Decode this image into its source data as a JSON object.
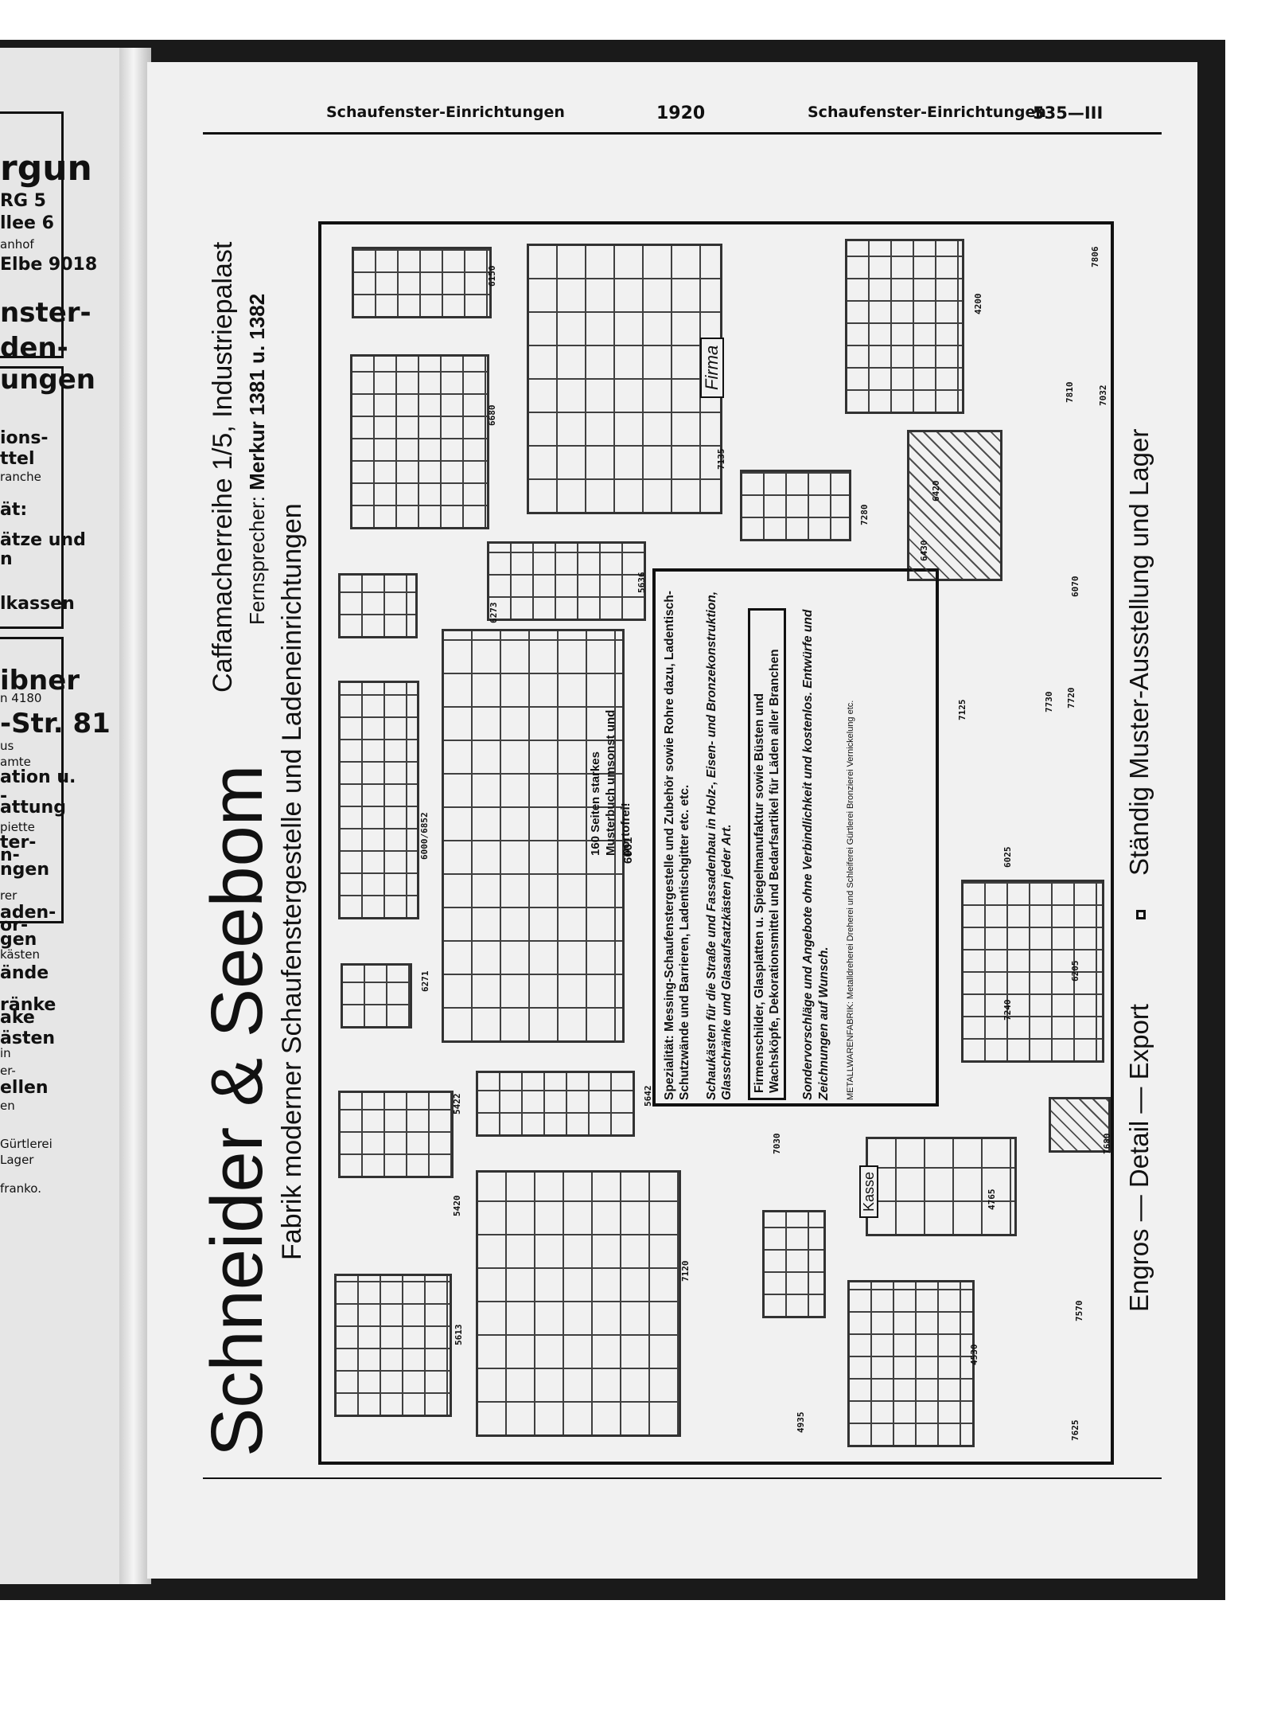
{
  "left_page": {
    "fragments": [
      {
        "text": "rgun",
        "style": "big"
      },
      {
        "text": "RG 5",
        "style": "lp"
      },
      {
        "text": "llee 6",
        "style": "lp"
      },
      {
        "text": "anhof",
        "style": "sm"
      },
      {
        "text": "Elbe 9018",
        "style": "lp"
      },
      {
        "text": "nster-",
        "style": "mid"
      },
      {
        "text": "den-",
        "style": "mid"
      },
      {
        "text": "ungen",
        "style": "mid"
      },
      {
        "text": "ions-",
        "style": "lp"
      },
      {
        "text": "ttel",
        "style": "lp"
      },
      {
        "text": "ranche",
        "style": "sm"
      },
      {
        "text": "ät:",
        "style": "lp"
      },
      {
        "text": "ätze und",
        "style": "lp"
      },
      {
        "text": "n",
        "style": "lp"
      },
      {
        "text": "lkassen",
        "style": "lp"
      },
      {
        "text": "ibner",
        "style": "mid"
      },
      {
        "text": "n 4180",
        "style": "sm"
      },
      {
        "text": "-Str. 81",
        "style": "mid"
      },
      {
        "text": "us",
        "style": "sm"
      },
      {
        "text": "amte",
        "style": "sm"
      },
      {
        "text": "ation u.",
        "style": "lp"
      },
      {
        "text": "-",
        "style": "lp"
      },
      {
        "text": "attung",
        "style": "lp"
      },
      {
        "text": "piette",
        "style": "sm"
      },
      {
        "text": "ter-",
        "style": "lp"
      },
      {
        "text": "n-",
        "style": "lp"
      },
      {
        "text": "ngen",
        "style": "lp"
      },
      {
        "text": "rer",
        "style": "sm"
      },
      {
        "text": "aden-",
        "style": "lp"
      },
      {
        "text": "or-",
        "style": "lp"
      },
      {
        "text": "gen",
        "style": "lp"
      },
      {
        "text": "kästen",
        "style": "sm"
      },
      {
        "text": "ände",
        "style": "lp"
      },
      {
        "text": "ränke",
        "style": "lp"
      },
      {
        "text": "ake",
        "style": "lp"
      },
      {
        "text": "ästen",
        "style": "lp"
      },
      {
        "text": "in",
        "style": "sm"
      },
      {
        "text": "er-",
        "style": "sm"
      },
      {
        "text": "ellen",
        "style": "lp"
      },
      {
        "text": "en",
        "style": "sm"
      },
      {
        "text": "Gürtlerei",
        "style": "sm"
      },
      {
        "text": "Lager",
        "style": "sm"
      },
      {
        "text": "franko.",
        "style": "sm"
      }
    ]
  },
  "running_head": {
    "left": "Schaufenster-Einrichtungen",
    "center": "1920",
    "right": "Schaufenster-Einrichtungen",
    "page": "535—III"
  },
  "ad": {
    "company": "Schneider & Seebom",
    "tagline": "Fabrik moderner Schaufenstergestelle und Ladeneinrichtungen",
    "address": "Caffamacherreihe 1/5, Industriepalast",
    "phone_label": "Fernsprecher:",
    "phone_value": "Merkur 1381 u. 1382",
    "catalog_note": "160 Seiten starkes Musterbuch umsonst und portofrei!",
    "catalog_num": "6001",
    "specialty": "Spezialität: Messing-Schaufenstergestelle und Zubehör sowie Rohre dazu, Ladentisch-Schutzwände und Barrieren, Ladentischgitter etc. etc.",
    "showcases": "Schaukästen für die Straße und Fassadenbau in Holz-, Eisen- und Bronzekonstruktion, Glasschränke und Glasaufsatzkästen jeder Art.",
    "firm_box": "Firmenschilder, Glasplatten u. Spiegelmanufaktur sowie Büsten und Wachsköpfe, Dekorationsmittel und Bedarfsartikel für Läden aller Branchen",
    "offers": "Sondervorschläge und Angebote ohne Verbindlichkeit und kostenlos. Entwürfe und Zeichnungen auf Wunsch.",
    "small_print": "METALLWARENFABRIK: Metalldreherei Dreherei und Schleiferei Gürtlerei Bronzierei Vernickelung etc.",
    "footer": "Engros — Detail — Export",
    "footer_right": "Ständig Muster-Ausstellung und Lager",
    "sign_firma": "Firma",
    "sign_kasse": "Kasse"
  },
  "item_numbers": [
    "6150",
    "6680",
    "6273",
    "6000/6852",
    "6271",
    "5422",
    "5420",
    "5613",
    "5642",
    "7120",
    "7030",
    "4935",
    "4530",
    "4765",
    "7680",
    "7570",
    "7625",
    "7135",
    "7280",
    "6430",
    "6420",
    "5636",
    "7806",
    "4200",
    "7810",
    "7032",
    "6070",
    "7125",
    "7720",
    "7730",
    "6025",
    "7240",
    "6205"
  ]
}
